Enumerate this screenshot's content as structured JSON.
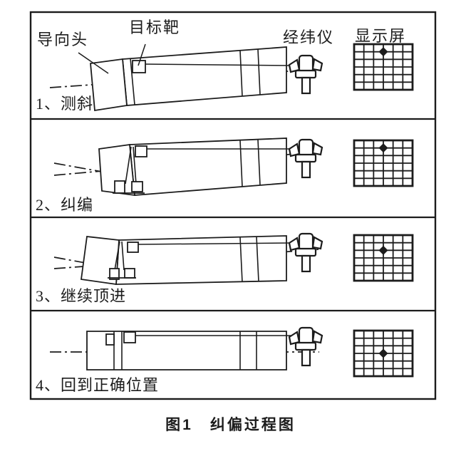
{
  "figure": {
    "caption": "图1　纠偏过程图",
    "annotations": {
      "guide_head": "导向头",
      "target": "目标靶",
      "theodolite": "经纬仪",
      "display": "显示屏"
    },
    "panels": [
      {
        "step": "1、测斜",
        "marker": {
          "col": 3,
          "row": 1
        }
      },
      {
        "step": "2、纠编",
        "marker": {
          "col": 3,
          "row": 1
        }
      },
      {
        "step": "3、继续顶进",
        "marker": {
          "col": 3,
          "row": 2
        }
      },
      {
        "step": "4、回到正确位置",
        "marker": {
          "col": 3,
          "row": 3
        }
      }
    ],
    "display_grid": {
      "cols": 6,
      "rows": 6
    },
    "colors": {
      "ink": "#1c1c1c",
      "paper": "#ffffff"
    }
  }
}
